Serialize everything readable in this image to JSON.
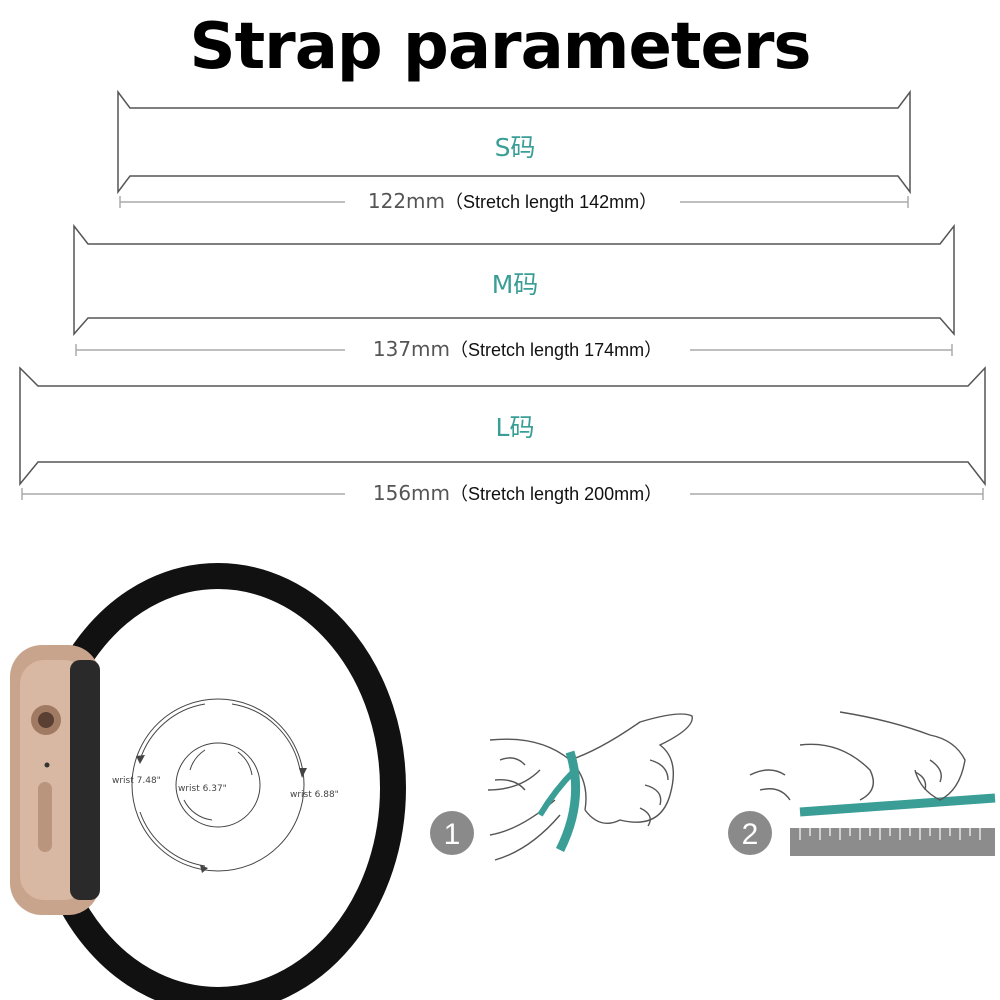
{
  "title": "Strap parameters",
  "straps": [
    {
      "size": "S码",
      "length": "122mm",
      "stretch": "（Stretch length 142mm）"
    },
    {
      "size": "M码",
      "length": "137mm",
      "stretch": "（Stretch length 174mm）"
    },
    {
      "size": "L码",
      "length": "156mm",
      "stretch": "（Stretch length 200mm）"
    }
  ],
  "wrist_labels": [
    "wrist 7.48\"",
    "wrist 6.37\"",
    "wrist 6.88\""
  ],
  "steps": [
    "1",
    "2"
  ],
  "colors": {
    "accent": "#3a9e96",
    "strap": "#111111",
    "watch_case": "#c9a48c",
    "step_badge": "#8a8a8a"
  },
  "icons": [
    "watch-illustration",
    "wrist-measure-hand-illustration",
    "ruler-hand-illustration"
  ]
}
